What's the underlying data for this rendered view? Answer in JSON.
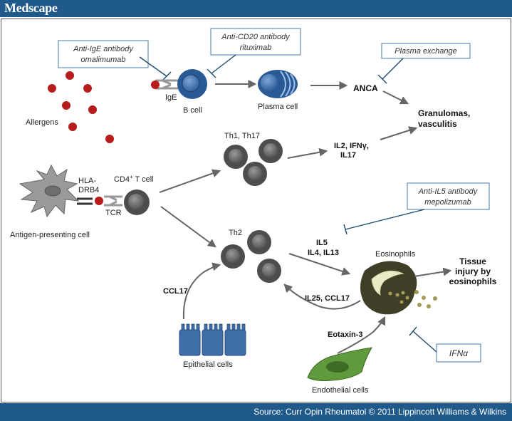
{
  "header": {
    "brand": "Medscape"
  },
  "footer": {
    "source": "Source: Curr Opin Rheumatol © 2011 Lippincott Williams & Wilkins"
  },
  "labels": {
    "anti_ige_1": "Anti-IgE antibody",
    "anti_ige_2": "omalimumab",
    "anti_cd20_1": "Anti-CD20 antibody",
    "anti_cd20_2": "rituximab",
    "plasma_exchange": "Plasma exchange",
    "anti_il5_1": "Anti-IL5 antibody",
    "anti_il5_2": "mepolizumab",
    "ifn_alpha": "IFNα",
    "ige": "IgE",
    "b_cell": "B cell",
    "plasma_cell": "Plasma cell",
    "anca": "ANCA",
    "allergens": "Allergens",
    "granulomas_1": "Granulomas,",
    "granulomas_2": "vasculitis",
    "th1_th17": "Th1, Th17",
    "il2_ifng_1": "IL2, IFNγ,",
    "il2_ifng_2": "IL17",
    "hla_1": "HLA-",
    "hla_2": "DRB4",
    "cd4": "CD4",
    "cd4_sup": "+",
    "cd4_rest": " T cell",
    "tcr": "TCR",
    "apc": "Antigen-presenting cell",
    "th2": "Th2",
    "il5": "IL5",
    "il4_il13": "IL4, IL13",
    "eosinophils": "Eosinophils",
    "tissue_1": "Tissue",
    "tissue_2": "injury by",
    "tissue_3": "eosinophils",
    "ccl17": "CCL17",
    "il25_ccl17": "IL25, CCL17",
    "eotaxin": "Eotaxin-3",
    "epithelial": "Epithelial cells",
    "endothelial": "Endothelial cells"
  },
  "colors": {
    "header_bg": "#1f5a8a",
    "allergen": "#b71c1c",
    "b_cell": "#2a5a96",
    "th_cell": "#4d4d4d",
    "eosinophil": "#3f3e26",
    "granule": "#a79a55",
    "epithelial": "#3e6ea8",
    "endothelial": "#5f9a3d",
    "arrow": "#666666",
    "inhibitor": "#1f4d6e"
  }
}
